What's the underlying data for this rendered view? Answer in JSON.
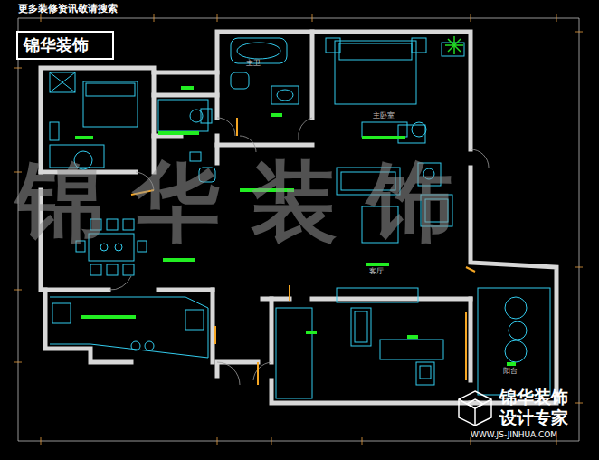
{
  "diagram": {
    "nodes": [
      {
        "text": [
          "锦华装饰"
        ]
      }
    ],
    "labels": [
      "更多装修资讯敬请搜索",
      "锦 华 装 饰",
      "主卫",
      "主卧室",
      "客厅",
      "阳台",
      "锦华装饰",
      "设计专家",
      "WWW.JS-JINHUA.COM"
    ]
  }
}
